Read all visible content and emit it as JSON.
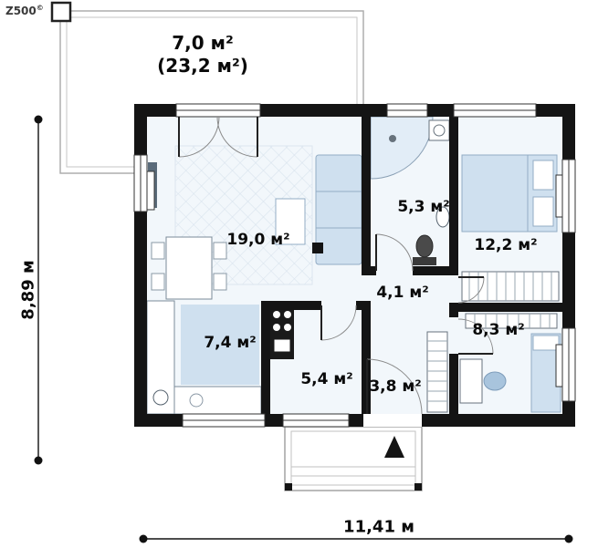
{
  "logo": {
    "name": "Z500",
    "mark": "©"
  },
  "terrace": {
    "area": "7,0 м²",
    "total_area": "(23,2 м²)"
  },
  "rooms": {
    "living_room": "19,0 м²",
    "bathroom": "5,3 м²",
    "bedroom": "12,2 м²",
    "hall": "4,1 м²",
    "kitchen": "7,4 м²",
    "utility": "5,4 м²",
    "entry": "3,8 м²",
    "room_2": "8,3 м²"
  },
  "dimensions": {
    "width": "11,41 м",
    "height": "8,89 м"
  },
  "colors": {
    "wall": "#141414",
    "floor": "#f2f7fb",
    "furniture": "#cfe0ef",
    "accent": "#a8c4dd"
  }
}
